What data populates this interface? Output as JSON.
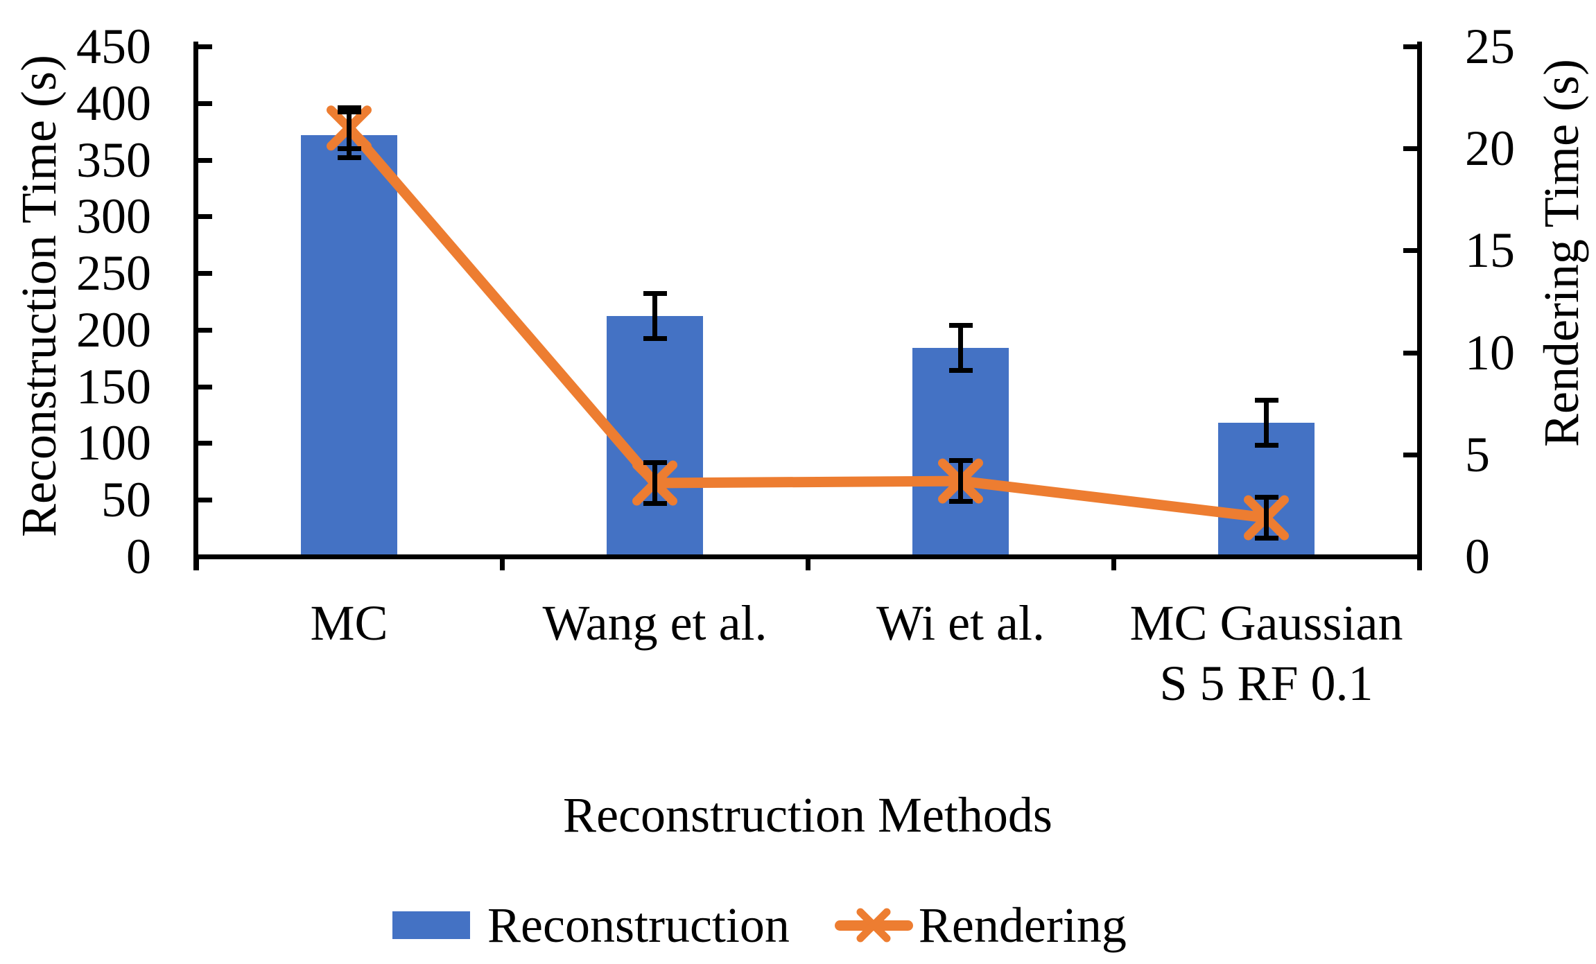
{
  "figure": {
    "background": "#FFFFFF",
    "text_color": "#000000"
  },
  "chart_data": {
    "type": "combo-bar-line-dual-axis",
    "categories": [
      "MC",
      "Wang et al.",
      "Wi et al.",
      "MC Gaussian S 5 RF 0.1"
    ],
    "category_label_lines": [
      [
        "MC"
      ],
      [
        "Wang et al."
      ],
      [
        "Wi et al."
      ],
      [
        "MC Gaussian",
        "S 5 RF 0.1"
      ]
    ],
    "series": [
      {
        "name": "Reconstruction",
        "type": "bar",
        "axis": "left",
        "color": "#4472C4",
        "values": [
          372,
          212,
          184,
          118
        ],
        "error_plus_minus": [
          20,
          20,
          20,
          20
        ]
      },
      {
        "name": "Rendering",
        "type": "line",
        "axis": "right",
        "color": "#ED7D31",
        "marker": "x",
        "values": [
          21,
          3.6,
          3.7,
          1.9
        ],
        "error_plus_minus": [
          1,
          1,
          1,
          1
        ]
      }
    ],
    "left_axis": {
      "title": "Reconstruction Time (s)",
      "min": 0,
      "max": 450,
      "step": 50,
      "tick_labels": [
        "0",
        "50",
        "100",
        "150",
        "200",
        "250",
        "300",
        "350",
        "400",
        "450"
      ]
    },
    "right_axis": {
      "title": "Rendering Time (s)",
      "min": 0,
      "max": 25,
      "step": 5,
      "tick_labels": [
        "0",
        "5",
        "10",
        "15",
        "20",
        "25"
      ]
    },
    "x_axis": {
      "title": "Reconstruction Methods"
    },
    "error_bar_color": "#000000",
    "grid": false,
    "legend": {
      "position": "bottom",
      "entries": [
        "Reconstruction",
        "Rendering"
      ]
    }
  }
}
